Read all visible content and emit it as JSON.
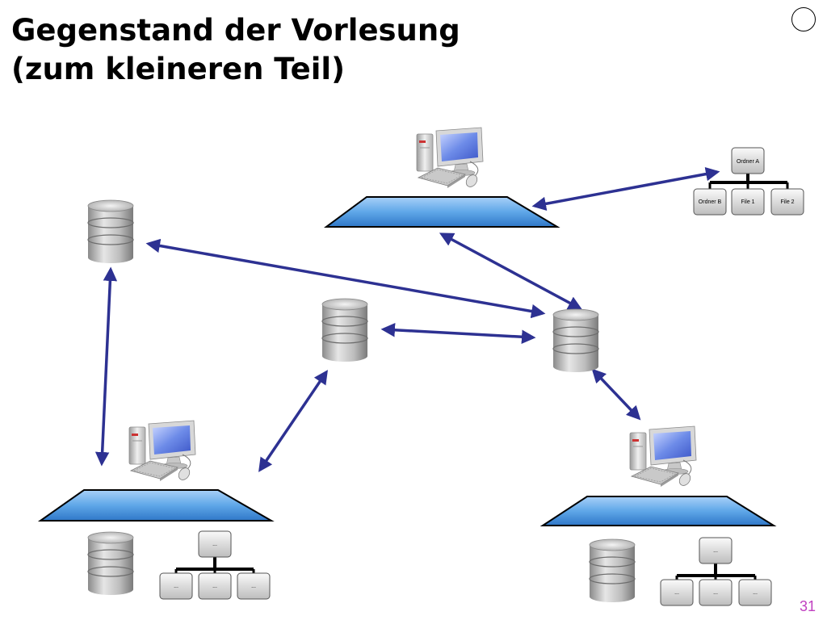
{
  "slide": {
    "title_line1": "Gegenstand der Vorlesung",
    "title_line2": "(zum kleineren Teil)",
    "page_number": "31"
  },
  "diagram": {
    "folder_tree_top": {
      "root": "Ordner A",
      "children": [
        "Ordner B",
        "File 1",
        "File 2"
      ]
    },
    "folder_tree_left": {
      "root": "...",
      "children": [
        "...",
        "...",
        "..."
      ]
    },
    "folder_tree_right": {
      "root": "...",
      "children": [
        "...",
        "...",
        "..."
      ]
    }
  },
  "colors": {
    "arrow": "#2d3192",
    "platform": "#5fa7e8",
    "monitor_screen": "#6d8be8",
    "page_number": "#c040c0"
  }
}
